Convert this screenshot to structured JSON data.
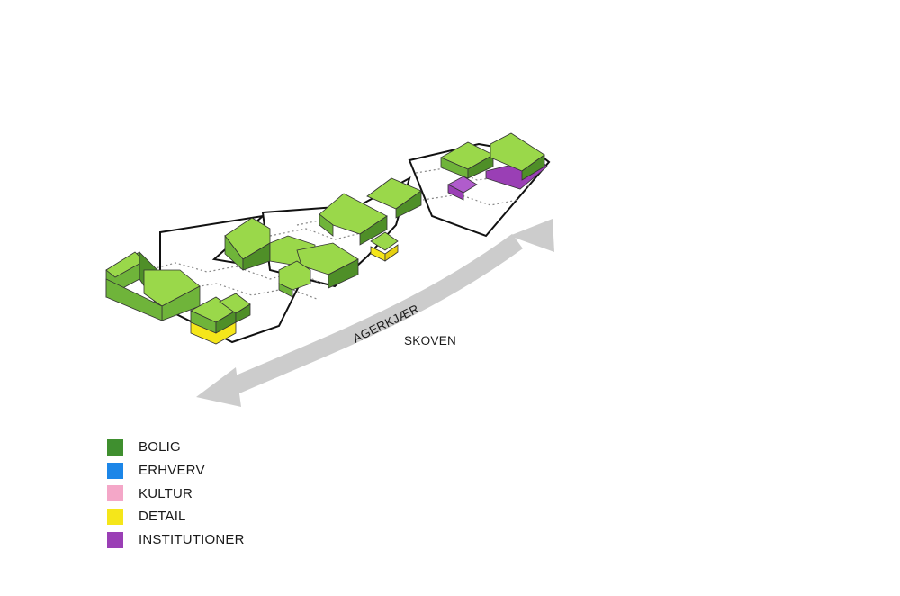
{
  "annotations": {
    "road_label": "AGERKJÆR",
    "area_label": "SKOVEN"
  },
  "legend": [
    {
      "label": "BOLIG",
      "color": "#3f8f2f"
    },
    {
      "label": "ERHVERV",
      "color": "#1c86e8"
    },
    {
      "label": "KULTUR",
      "color": "#f4a7c8"
    },
    {
      "label": "DETAIL",
      "color": "#f5e61a"
    },
    {
      "label": "INSTITUTIONER",
      "color": "#9a3fb5"
    }
  ],
  "colors": {
    "bolig_top": "#9ad84a",
    "bolig_side": "#6fb43a",
    "bolig_dark": "#4f8f28",
    "arrow": "#cccccc",
    "outline": "#111111"
  }
}
